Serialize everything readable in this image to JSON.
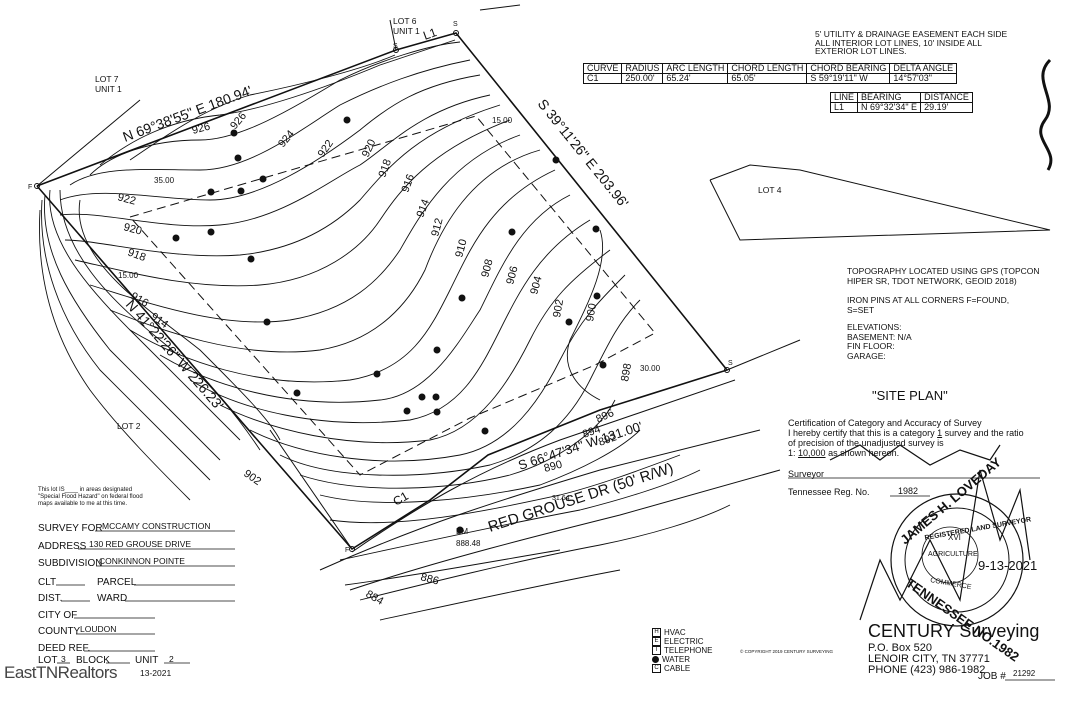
{
  "plat": {
    "lot_labels": [
      "LOT 6",
      "UNIT 1",
      "LOT 7",
      "UNIT 1",
      "LOT 4",
      "LOT 2"
    ],
    "line_label_l1": "L1",
    "bearings": {
      "north": "N 69°38'55\" E  180.94'",
      "east": "S 39°11'26\" E  203.96'",
      "west": "N 41°22'26\" W  226.23'",
      "south": "S 66°47'34\" W  131.00'"
    },
    "setbacks": [
      "15.00",
      "35.00",
      "15.00",
      "30.00"
    ],
    "street": "RED GROUSE DR (50' R/W)",
    "curve_label": "C1",
    "corner_s": [
      "S",
      "S",
      "S"
    ],
    "corner_f": [
      "F",
      "F"
    ],
    "bm_label": "BM",
    "bm_value": "888.48",
    "dim_31_64": "31.64",
    "contours": [
      "926",
      "926",
      "924",
      "922",
      "920",
      "918",
      "916",
      "914",
      "912",
      "910",
      "908",
      "906",
      "904",
      "902",
      "900",
      "898",
      "896",
      "894",
      "892",
      "890",
      "922",
      "920",
      "918",
      "916",
      "914",
      "902",
      "886",
      "884"
    ]
  },
  "notes": {
    "easement": [
      "5' UTILITY & DRAINAGE EASEMENT EACH SIDE",
      "ALL INTERIOR LOT LINES, 10' INSIDE ALL",
      "EXTERIOR LOT LINES."
    ],
    "topo": [
      "TOPOGRAPHY LOCATED USING GPS (TOPCON",
      "HIPER SR, TDOT NETWORK, GEOID 2018)"
    ],
    "pins": [
      "IRON PINS AT ALL CORNERS F=FOUND,",
      "S=SET"
    ],
    "elevations": [
      "ELEVATIONS:",
      "BASEMENT: N/A",
      "FIN FLOOR:",
      "GARAGE:"
    ],
    "site_plan": "\"SITE PLAN\"",
    "flood": [
      "This lot IS____ in areas designated",
      "\"Special Flood Hazard\" on federal flood",
      "maps available to me at this time."
    ]
  },
  "curve_table": {
    "headers": [
      "CURVE",
      "RADIUS",
      "ARC LENGTH",
      "CHORD LENGTH",
      "CHORD BEARING",
      "DELTA ANGLE"
    ],
    "row": [
      "C1",
      "250.00'",
      "65.24'",
      "65.05'",
      "S 59°19'11\" W",
      "14°57'03\""
    ]
  },
  "line_table": {
    "headers": [
      "LINE",
      "BEARING",
      "DISTANCE"
    ],
    "row": [
      "L1",
      "N 69°32'34\" E",
      "29.19'"
    ]
  },
  "certification": {
    "line1": "Certification of Category and Accuracy of Survey",
    "line2": "I hereby certify that this is a category",
    "category": "1",
    "line2b": "survey and the ratio",
    "line3": "of precision of the unadjusted survey is",
    "line4a": "1:",
    "ratio": "10,000",
    "line4b": "as shown hereon.",
    "surveyor_label": "Surveyor",
    "reg_label": "Tennessee Reg. No.",
    "reg_no": "1982"
  },
  "titleblock": {
    "survey_for_label": "SURVEY FOR",
    "survey_for": "MCCAMY CONSTRUCTION",
    "address_label": "ADDRESS",
    "address": "130 RED GROUSE DRIVE",
    "subdivision_label": "SUBDIVISION",
    "subdivision": "CONKINNON POINTE",
    "clt_label": "CLT",
    "parcel_label": "PARCEL",
    "dist_label": "DIST.",
    "ward_label": "WARD",
    "city_label": "CITY OF",
    "county_label": "COUNTY",
    "county": "LOUDON",
    "deed_label": "DEED REF.",
    "lot_label": "LOT",
    "lot": "3",
    "block_label": "BLOCK",
    "unit_label": "UNIT",
    "unit": "2",
    "date_fragment": "13-2021"
  },
  "legend": [
    {
      "icon": "H",
      "label": "HVAC"
    },
    {
      "icon": "E",
      "label": "ELECTRIC"
    },
    {
      "icon": "T",
      "label": "TELEPHONE"
    },
    {
      "icon": "W",
      "label": "WATER"
    },
    {
      "icon": "C",
      "label": "CABLE"
    }
  ],
  "copyright": "© COPYRIGHT 2019 CENTURY SURVEYING",
  "company": {
    "name": "CENTURY Surveying",
    "po": "P.O. Box 520",
    "city": "LENOIR CITY, TN 37771",
    "phone": "PHONE (423) 986-1982",
    "job_label": "JOB #",
    "job": "21292"
  },
  "seal": {
    "name": "JAMES H. LOVEDAY",
    "state": "TENNESSEE NO.1982",
    "registered": "REGISTERED LAND SURVEYOR",
    "agriculture": "AGRICULTURE",
    "commerce": "COMMERCE",
    "roman": "XVI",
    "date": "9-13-2021"
  },
  "watermark": "EastTNRealtors"
}
